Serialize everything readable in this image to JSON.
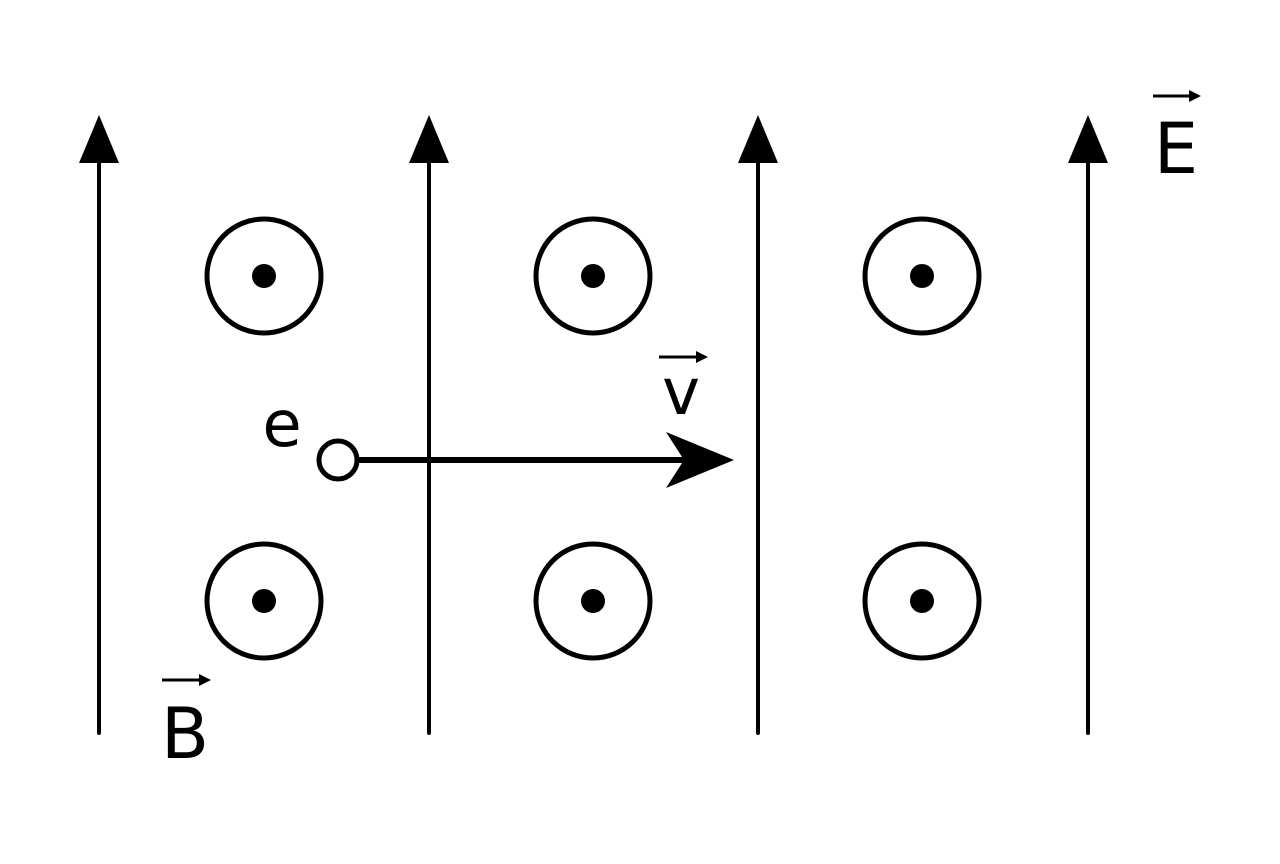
{
  "diagram": {
    "labels": {
      "electric_field": "E",
      "magnetic_field": "B",
      "velocity": "v",
      "particle": "e"
    },
    "electric_field_direction": "up",
    "magnetic_field_direction": "out-of-page",
    "velocity_direction": "right",
    "colors": {
      "stroke": "#000000",
      "background": "#ffffff"
    }
  }
}
